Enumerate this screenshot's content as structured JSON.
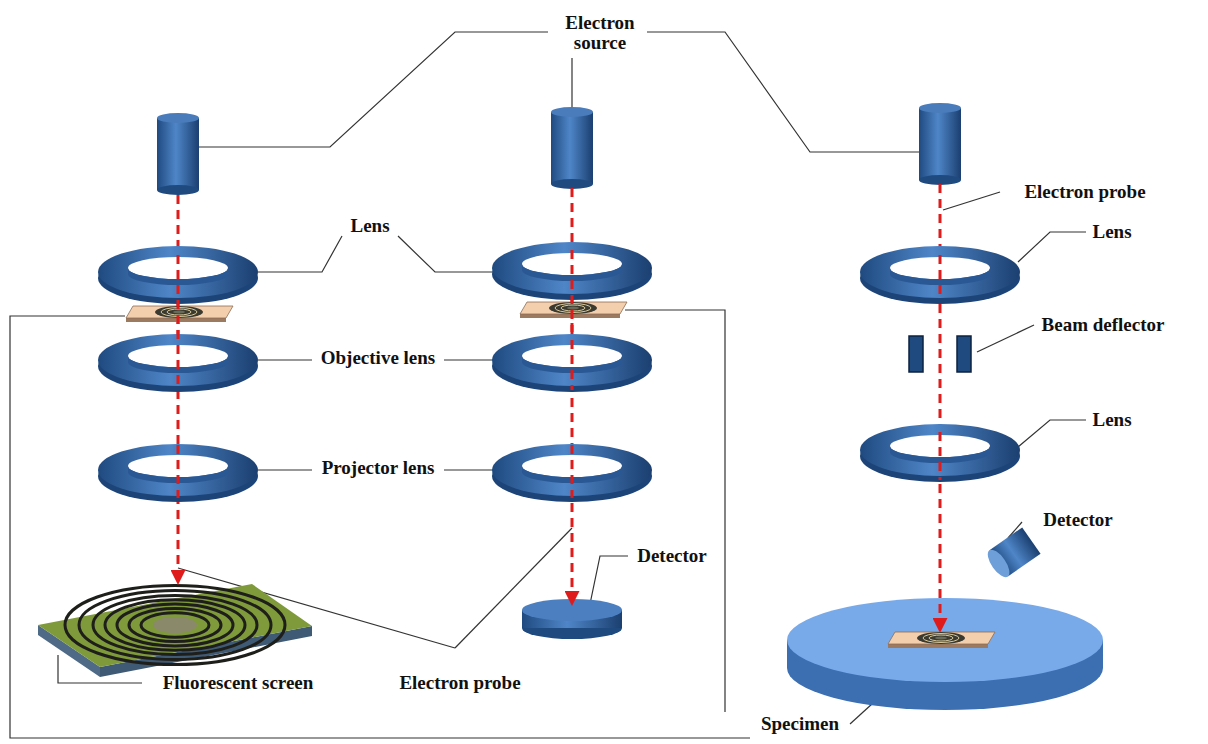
{
  "diagram": {
    "labels": [
      "Electron source",
      "Electron probe",
      "Lens",
      "Lens",
      "Beam deflector",
      "Objective lens",
      "Lens",
      "Projector lens",
      "Detector",
      "Detector",
      "Fluorescent screen",
      "Electron probe",
      "Specimen"
    ]
  }
}
